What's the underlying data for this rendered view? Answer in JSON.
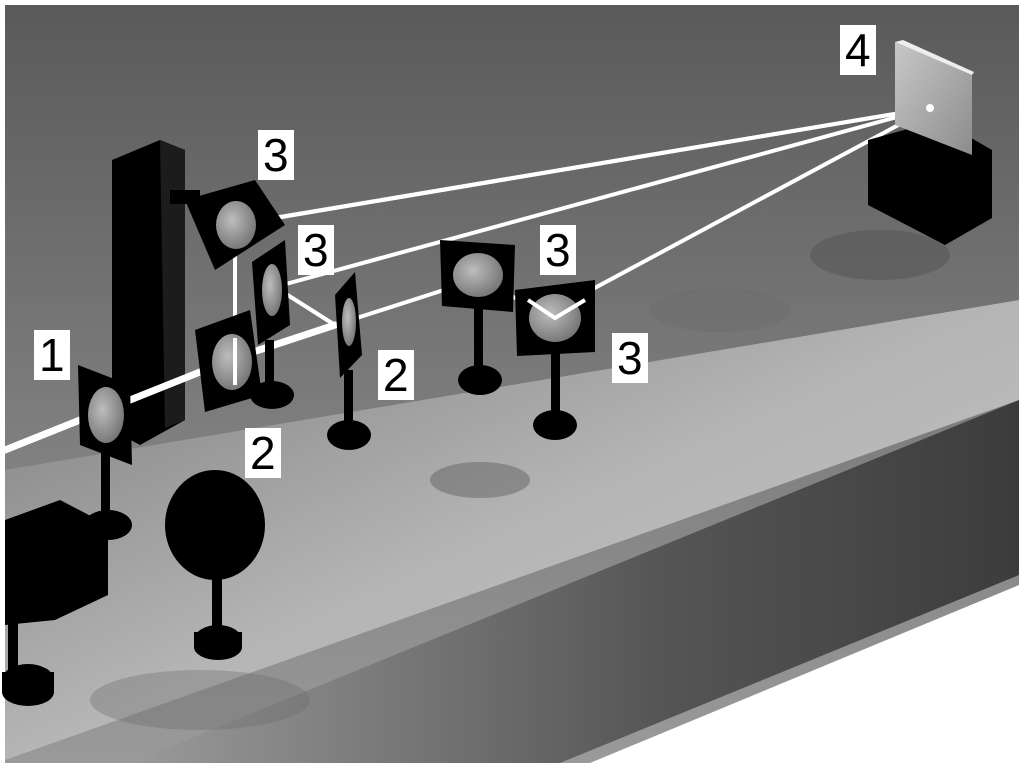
{
  "labels": {
    "laser_input_mirror": "1",
    "beam_splitter_near": "2",
    "beam_splitter_mid": "2",
    "mirror_top": "3",
    "mirror_upper_mid": "3",
    "mirror_mid_right": "3",
    "mirror_right": "3",
    "screen": "4"
  },
  "colors": {
    "beam": "#ffffff",
    "components": "#000000",
    "label_background": "#ffffff",
    "table_top": "#9a9a9a",
    "table_side": "#4a4a4a",
    "wall": "#6a6a6a"
  }
}
